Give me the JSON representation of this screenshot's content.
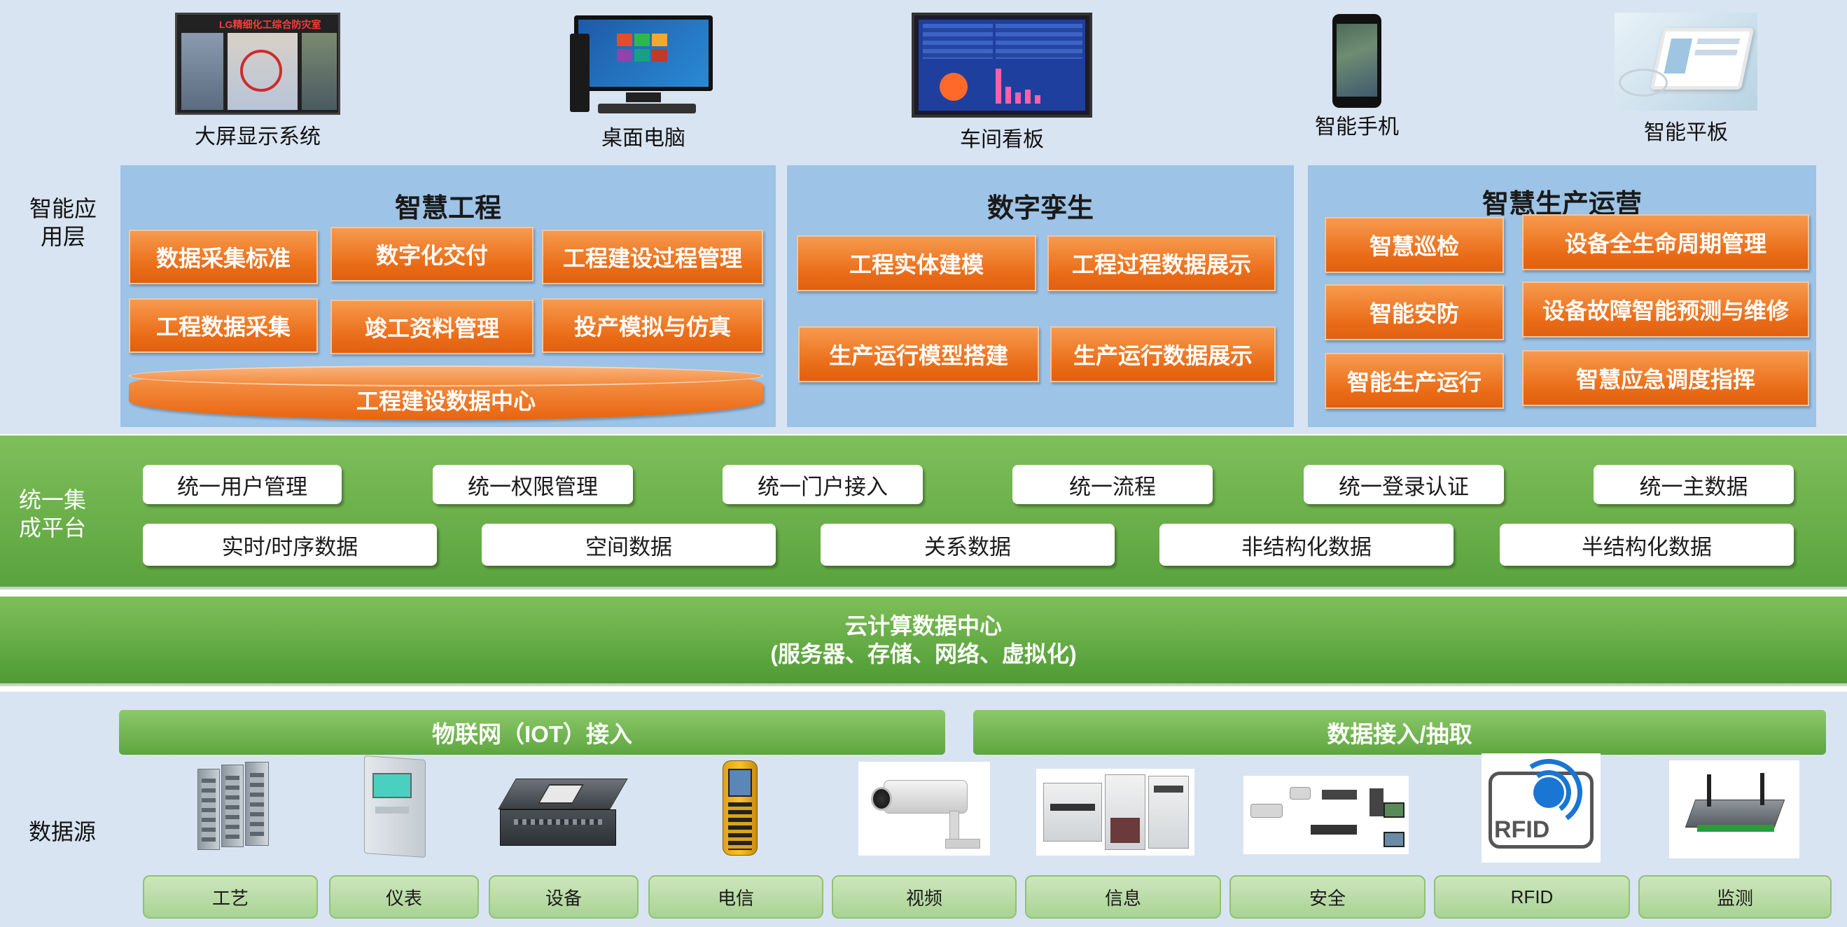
{
  "devices": [
    {
      "label": "大屏显示系统",
      "icon": "video-wall-icon"
    },
    {
      "label": "桌面电脑",
      "icon": "desktop-computer-icon"
    },
    {
      "label": "车间看板",
      "icon": "workshop-board-icon"
    },
    {
      "label": "智能手机",
      "icon": "smartphone-icon"
    },
    {
      "label": "智能平板",
      "icon": "tablet-icon"
    }
  ],
  "video_wall_caption": "LG精细化工综合防灾室",
  "layers": {
    "app": "智能应\n用层",
    "integration": "统一集\n成平台",
    "source": "数据源"
  },
  "panels": {
    "engineering": {
      "title": "智慧工程",
      "items": [
        "数据采集标准",
        "数字化交付",
        "工程建设过程管理",
        "工程数据采集",
        "竣工资料管理",
        "投产模拟与仿真"
      ],
      "data_center": "工程建设数据中心"
    },
    "twin": {
      "title": "数字孪生",
      "items": [
        "工程实体建模",
        "工程过程数据展示",
        "生产运行模型搭建",
        "生产运行数据展示"
      ]
    },
    "operations": {
      "title": "智慧生产运营",
      "items": [
        "智慧巡检",
        "设备全生命周期管理",
        "智能安防",
        "设备故障智能预测与维修",
        "智能生产运行",
        "智慧应急调度指挥"
      ]
    }
  },
  "platform": {
    "row1": [
      "统一用户管理",
      "统一权限管理",
      "统一门户接入",
      "统一流程",
      "统一登录认证",
      "统一主数据"
    ],
    "row2": [
      "实时/时序数据",
      "空间数据",
      "关系数据",
      "非结构化数据",
      "半结构化数据"
    ]
  },
  "cloud": {
    "line1": "云计算数据中心",
    "line2": "(服务器、存储、网络、虚拟化)"
  },
  "source_bars": [
    "物联网（IOT）接入",
    "数据接入/抽取"
  ],
  "rfid_text": "RFID",
  "sources": [
    {
      "label": "工艺",
      "icon": "server-cabinet-icon"
    },
    {
      "label": "仪表",
      "icon": "instrument-panel-icon"
    },
    {
      "label": "设备",
      "icon": "controller-box-icon"
    },
    {
      "label": "电信",
      "icon": "handheld-terminal-icon"
    },
    {
      "label": "视频",
      "icon": "cctv-camera-icon"
    },
    {
      "label": "信息",
      "icon": "information-devices-icon"
    },
    {
      "label": "安全",
      "icon": "security-system-icon"
    },
    {
      "label": "RFID",
      "icon": "rfid-icon"
    },
    {
      "label": "监测",
      "icon": "monitoring-gateway-icon"
    }
  ],
  "colors": {
    "band_blue": "#d9e4f2",
    "panel_blue": "#9dc3e6",
    "orange": "#ea6c17",
    "green": "#5aa33e",
    "light_green": "#a9d393"
  }
}
